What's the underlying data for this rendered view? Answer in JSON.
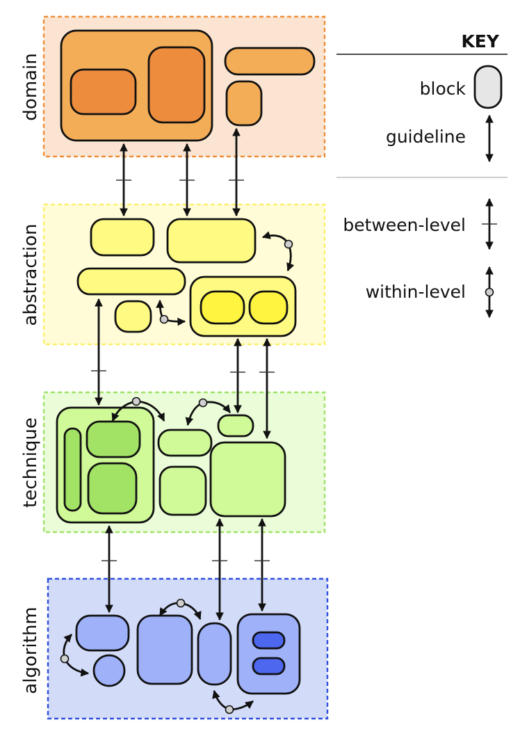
{
  "levels": {
    "domain": "domain",
    "abstraction": "abstraction",
    "technique": "technique",
    "algorithm": "algorithm"
  },
  "key": {
    "title": "KEY",
    "block": "block",
    "guideline": "guideline",
    "between_level": "between-level",
    "within_level": "within-level"
  },
  "colors": {
    "domain_bg": "#fbe5d2",
    "domain_border": "#ef8f3a",
    "domain_block": "#f4ad57",
    "domain_block_dark": "#ee8c3e",
    "abstraction_bg": "#fffcd7",
    "abstraction_border": "#fcef6a",
    "abstraction_block": "#fffb82",
    "abstraction_block_dark": "#fff43f",
    "technique_bg": "#eafcd8",
    "technique_border": "#9fe26b",
    "technique_block": "#cffa97",
    "technique_block_dark": "#a2e365",
    "algorithm_bg": "#d2dbf8",
    "algorithm_border": "#2f4fdd",
    "algorithm_block": "#9eb1f9",
    "algorithm_block_dark": "#4d67ee",
    "key_block": "#e6e6e6"
  }
}
